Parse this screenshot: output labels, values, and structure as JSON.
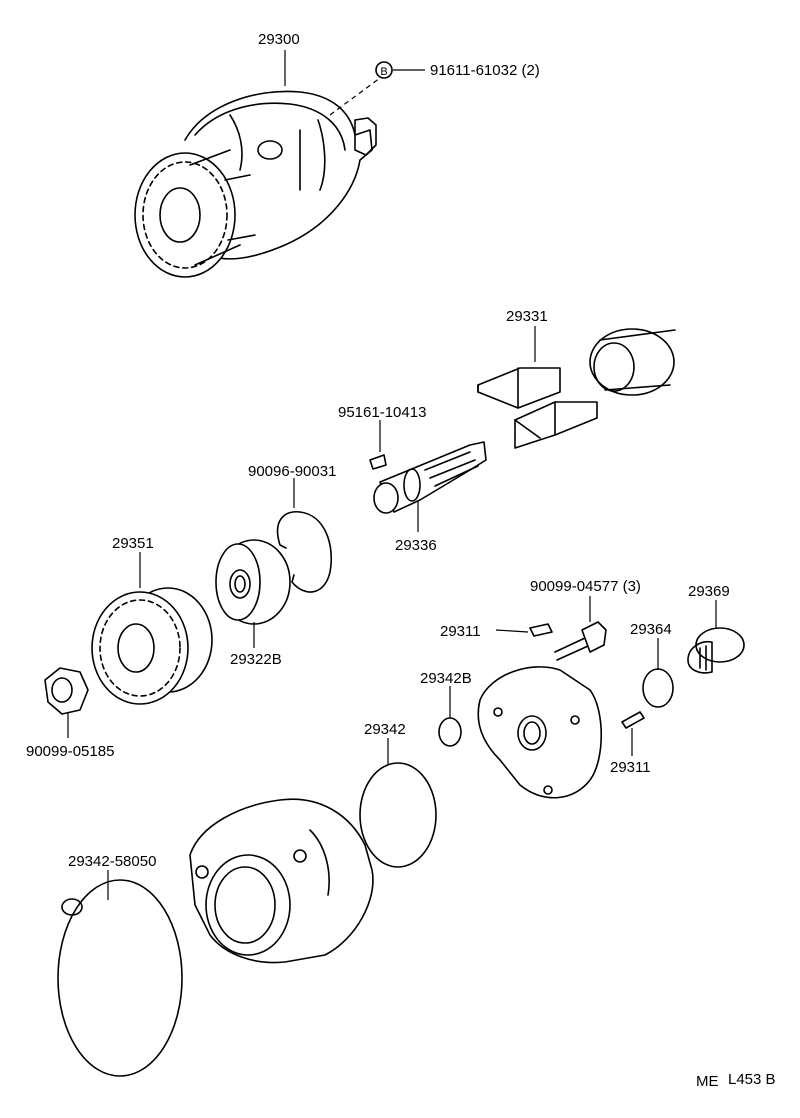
{
  "parts": {
    "p29300": "29300",
    "p91611": "91611-61032 (2)",
    "badge": "B",
    "p29331": "29331",
    "p95161": "95161-10413",
    "p90096": "90096-90031",
    "p29336": "29336",
    "p29351": "29351",
    "p29322B": "29322B",
    "p90099_04577": "90099-04577 (3)",
    "p29369": "29369",
    "p29311a": "29311",
    "p29364": "29364",
    "p29342B": "29342B",
    "p90099_05185": "90099-05185",
    "p29342": "29342",
    "p29311b": "29311",
    "p29342_58050": "29342-58050"
  },
  "footer": {
    "code_left": "ME",
    "code_right": "L453 B"
  },
  "icons": [
    "starter-housing-icon",
    "gear-icon",
    "shaft-icon",
    "bearing-icon",
    "snap-ring-icon",
    "nut-icon",
    "bolt-icon",
    "o-ring-icon",
    "pin-icon",
    "plug-icon",
    "bracket-icon",
    "retainer-icon",
    "cover-icon",
    "key-icon"
  ]
}
